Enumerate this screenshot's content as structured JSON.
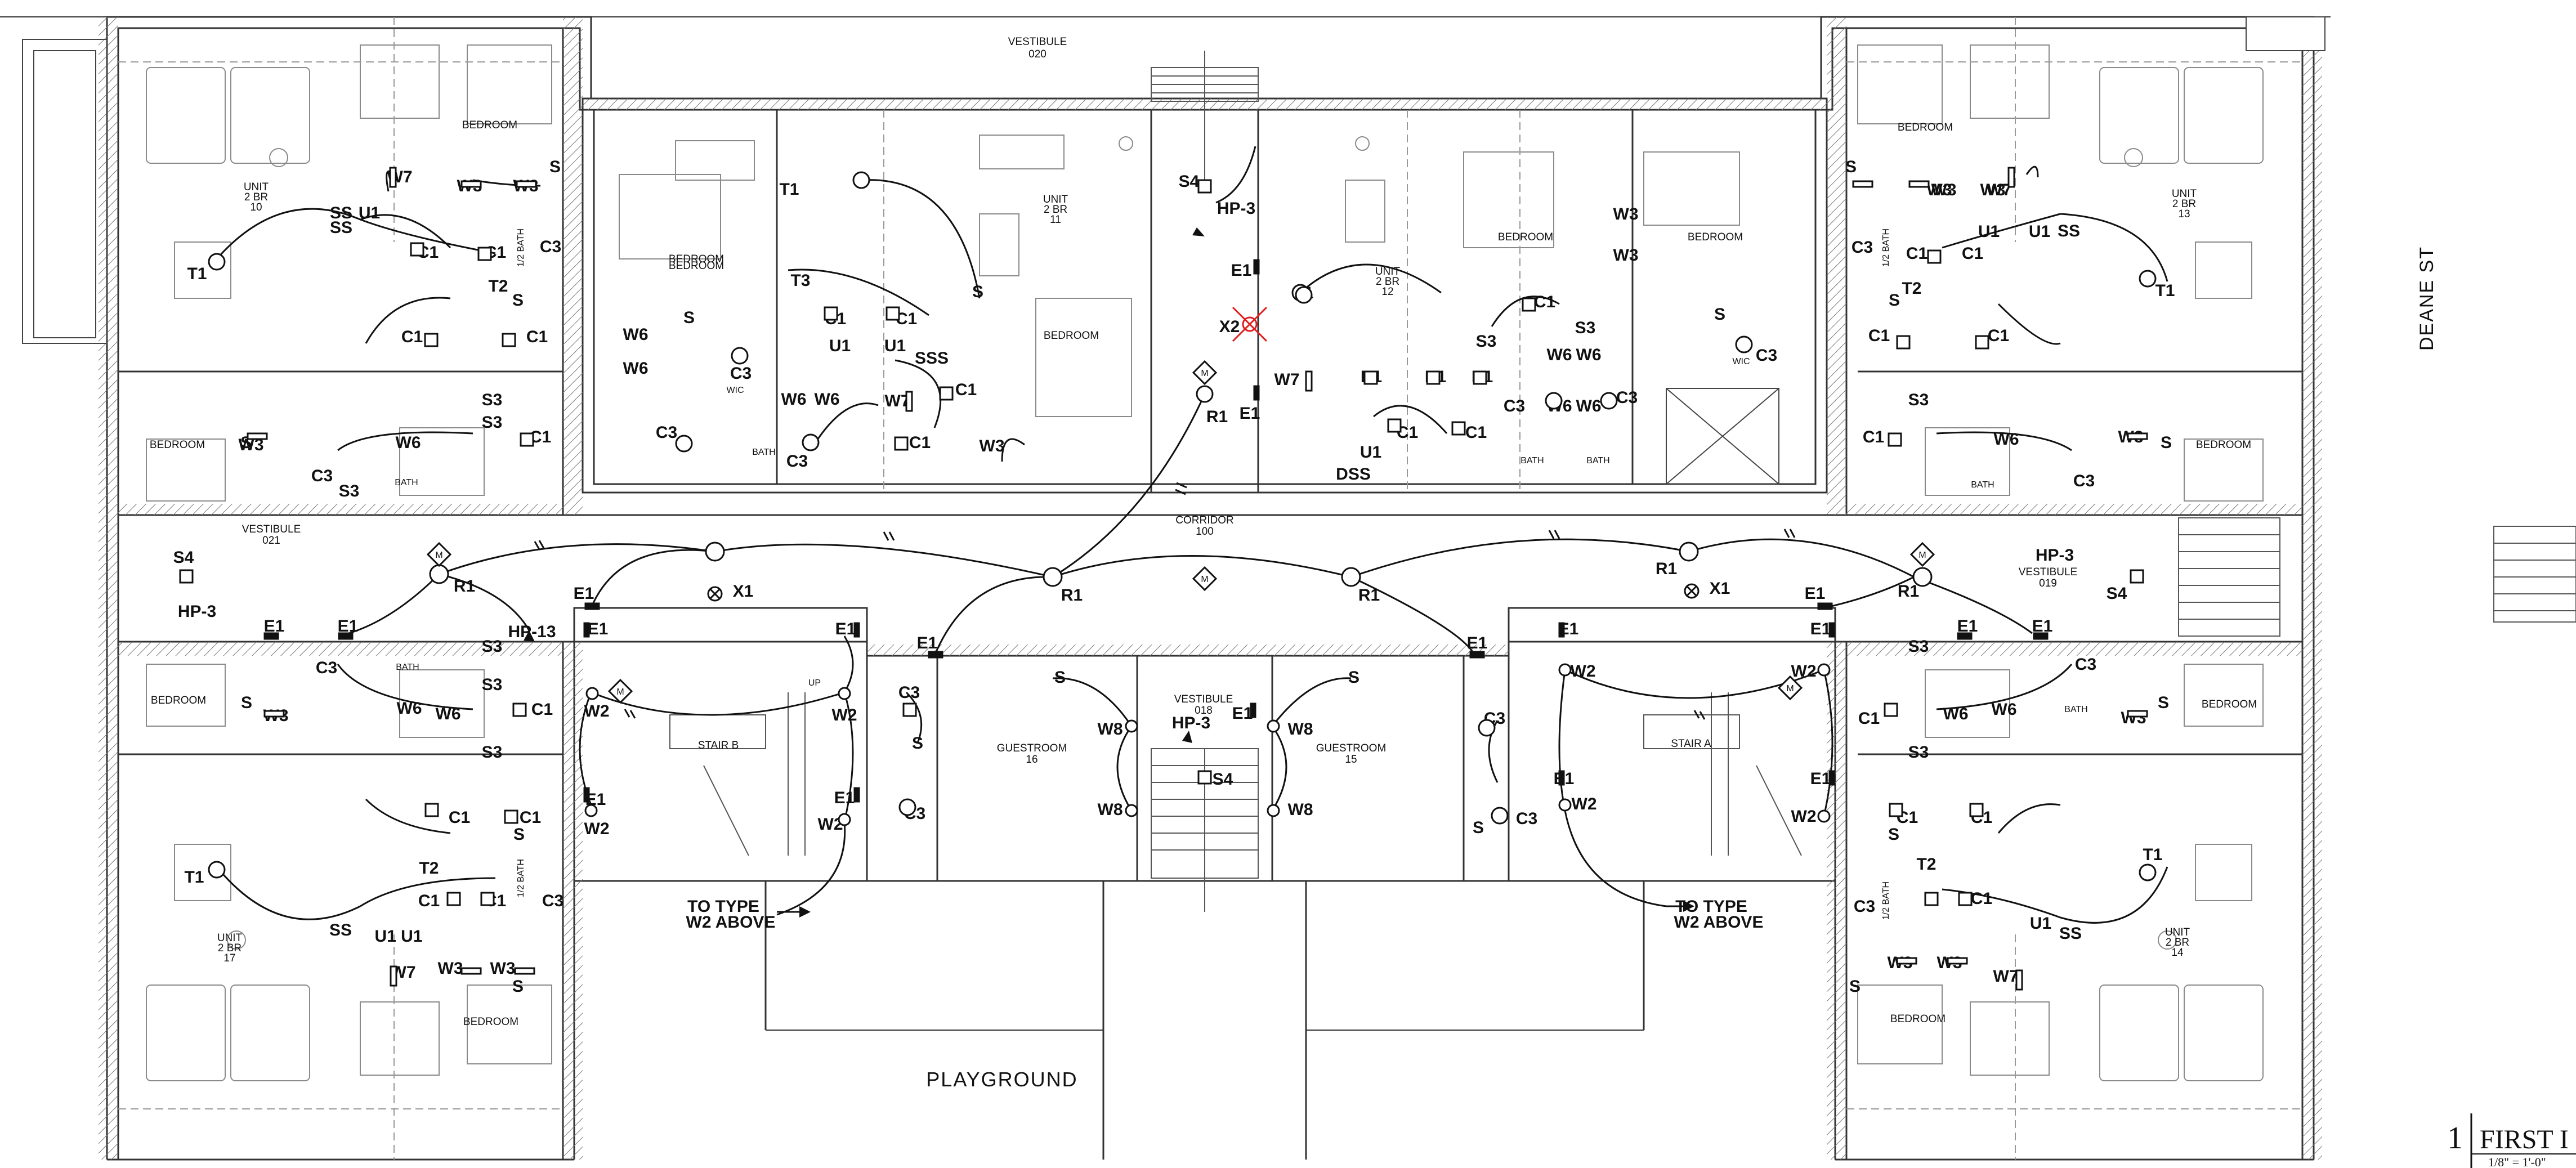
{
  "street_label": "DEANE ST",
  "playground_label": "PLAYGROUND",
  "sheet_title": {
    "number": "1",
    "title": "FIRST I",
    "scale": "1/8\" = 1'-0\""
  },
  "rooms": [
    {
      "key": "vest020",
      "name": "VESTIBULE",
      "number": "020"
    },
    {
      "key": "unit10",
      "name": "UNIT",
      "sub": "2 BR",
      "number": "10"
    },
    {
      "key": "unit11",
      "name": "UNIT",
      "sub": "2 BR",
      "number": "11"
    },
    {
      "key": "unit12",
      "name": "UNIT",
      "sub": "2 BR",
      "number": "12"
    },
    {
      "key": "unit13",
      "name": "UNIT",
      "sub": "2 BR",
      "number": "13"
    },
    {
      "key": "unit14",
      "name": "UNIT",
      "sub": "2 BR",
      "number": "14"
    },
    {
      "key": "unit17",
      "name": "UNIT",
      "sub": "2 BR",
      "number": "17"
    },
    {
      "key": "vest021",
      "name": "VESTIBULE",
      "number": "021"
    },
    {
      "key": "vest019",
      "name": "VESTIBULE",
      "number": "019"
    },
    {
      "key": "vest018",
      "name": "VESTIBULE",
      "number": "018"
    },
    {
      "key": "corr100",
      "name": "CORRIDOR",
      "number": "100"
    },
    {
      "key": "guest16",
      "name": "GUESTROOM",
      "number": "16"
    },
    {
      "key": "guest15",
      "name": "GUESTROOM",
      "number": "15"
    }
  ],
  "labels": {
    "bedroom": "BEDROOM",
    "bath": "BATH",
    "half_bath": "1/2 BATH",
    "wic": "WIC",
    "stair_b": "STAIR B",
    "stair_a": "STAIR A",
    "up": "UP",
    "to_type_1": "TO TYPE",
    "to_type_2": "W2 ABOVE"
  },
  "devices": {
    "T1": "T1",
    "T2": "T2",
    "T3": "T3",
    "C1": "C1",
    "C3": "C3",
    "U1": "U1",
    "U1U1": "U1 U1",
    "W2": "W2",
    "W3": "W3",
    "W6": "W6",
    "W7": "W7",
    "W8": "W8",
    "S": "S",
    "S3": "S3",
    "SS": "SS",
    "SSS": "SSS",
    "DSS": "DSS",
    "E1": "E1",
    "R1": "R1",
    "X1": "X1",
    "X2": "X2",
    "B1": "B1",
    "S4": "S4",
    "HP3": "HP-3",
    "HP13": "HP-13",
    "M": "M"
  },
  "colors": {
    "line": "#111111",
    "wall": "#333333",
    "fixture": "#8a8a8a",
    "cancel": "#e21b1b"
  }
}
